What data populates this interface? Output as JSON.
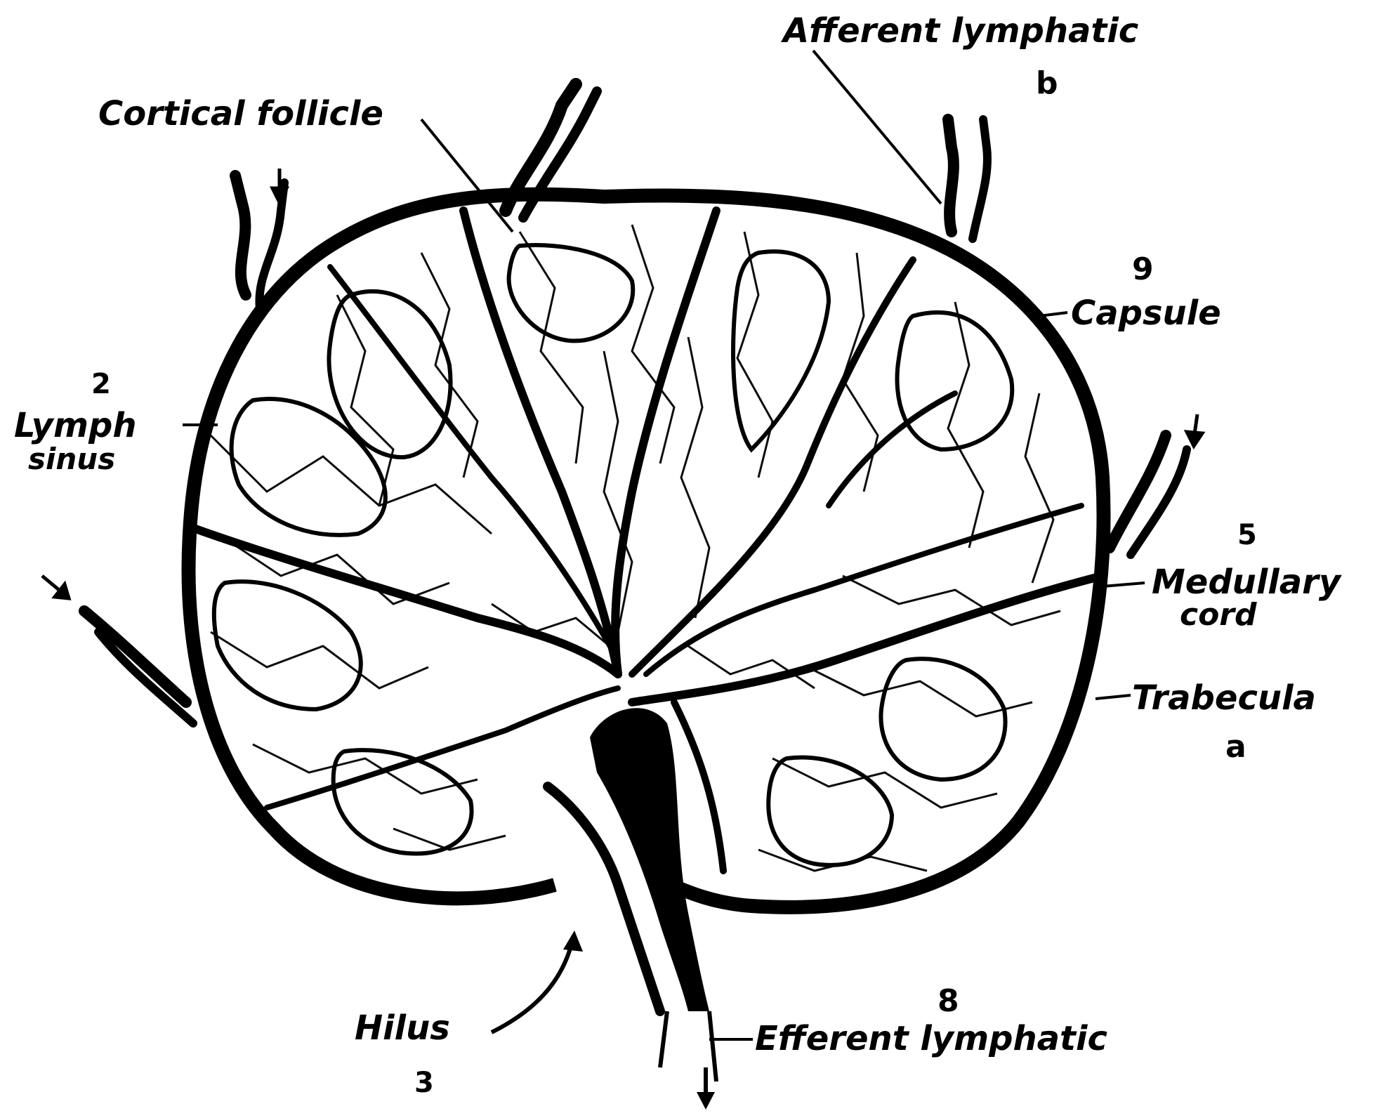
{
  "labels": {
    "cortical_follicle": "Cortical follicle",
    "afferent_lymphatic": "Afferent lymphatic",
    "capsule": "Capsule",
    "lymph_sinus_line1": "Lymph",
    "lymph_sinus_line2": "sinus",
    "medullary_cord_line1": "Medullary",
    "medullary_cord_line2": "cord",
    "trabecula": "Trabecula",
    "hilus": "Hilus",
    "efferent_lymphatic": "Efferent lymphatic"
  },
  "numbers": {
    "afferent": "b",
    "capsule": "9",
    "lymph_sinus": "2",
    "medullary_cord": "5",
    "trabecula": "a",
    "hilus": "3",
    "efferent": "8"
  },
  "colors": {
    "ink": "#000000",
    "paper": "#ffffff"
  }
}
